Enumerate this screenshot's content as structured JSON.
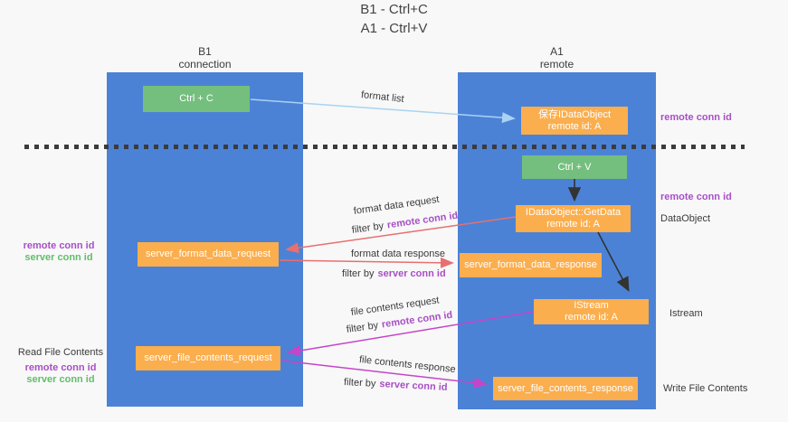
{
  "title": {
    "line1": "B1 - Ctrl+C",
    "line2": "A1 - Ctrl+V"
  },
  "columns": {
    "left": {
      "name": "B1",
      "role": "connection"
    },
    "right": {
      "name": "A1",
      "role": "remote"
    }
  },
  "nodes": {
    "ctrl_c": {
      "label": "Ctrl + C"
    },
    "ctrl_v": {
      "label": "Ctrl + V"
    },
    "save_dataobject": {
      "line1": "保存IDataObject",
      "line2": "remote id: A"
    },
    "getdata": {
      "line1": "IDataObject::GetData",
      "line2": "remote id: A"
    },
    "istream": {
      "line1": "IStream",
      "line2": "remote id: A"
    },
    "format_request": {
      "label": "server_format_data_request"
    },
    "format_response": {
      "label": "server_format_data_response"
    },
    "file_request": {
      "label": "server_file_contents_request"
    },
    "file_response": {
      "label": "server_file_contents_response"
    }
  },
  "edge_labels": {
    "format_list": "format list",
    "format_request": {
      "text": "format data request",
      "filter_prefix": "filter by",
      "filter_key": "remote conn id"
    },
    "format_response": {
      "text": "format data response",
      "filter_prefix": "filter by",
      "filter_key": "server conn id"
    },
    "file_request": {
      "text": "file contents request",
      "filter_prefix": "filter by",
      "filter_key": "remote conn id"
    },
    "file_response": {
      "text": "file contents response",
      "filter_prefix": "filter by",
      "filter_key": "server conn id"
    }
  },
  "side_labels": {
    "remote_conn_top": "remote conn id",
    "remote_conn_mid": "remote conn id",
    "dataobject": "DataObject",
    "istream": "Istream",
    "write_file": "Write File Contents",
    "read_file": "Read File Contents",
    "left_format": {
      "remote": "remote conn id",
      "server": "server conn id"
    },
    "left_file": {
      "remote": "remote conn id",
      "server": "server conn id"
    }
  },
  "colors": {
    "lifeline_blue": "#4b82d6",
    "node_orange": "#fbae4d",
    "node_green": "#74bf7d",
    "arrow_light_blue": "#a9d3f1",
    "arrow_black": "#333333",
    "arrow_red": "#e86f6f",
    "arrow_magenta": "#c644c8",
    "label_purple": "#a84fc6",
    "label_green": "#63bd6d",
    "background": "#f8f8f8"
  }
}
